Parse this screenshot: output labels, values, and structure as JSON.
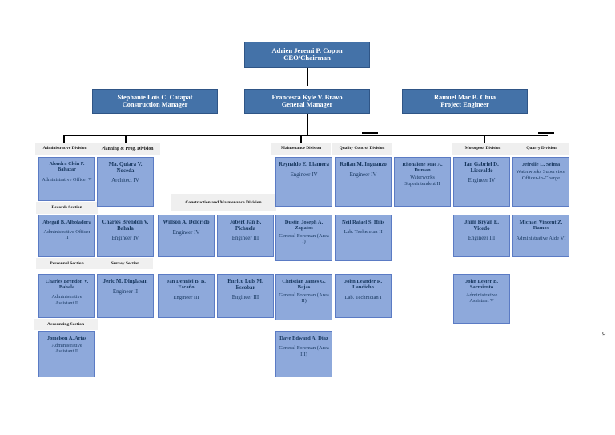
{
  "page": {
    "number": "9"
  },
  "root": {
    "name": "Adrien Jeremi P. Copon",
    "title": "CEO/Chairman"
  },
  "managers": [
    {
      "name": "Stephanie Lois C. Catapat",
      "title": "Construction Manager"
    },
    {
      "name": "Francesca Kyle V. Bravo",
      "title": "General Manager"
    },
    {
      "name": "Ramuel Mar B. Chua",
      "title": "Project Engineer"
    }
  ],
  "division_labels": [
    {
      "label": "Administrative Division"
    },
    {
      "label": "Planning & Prog. Division"
    },
    {
      "label": "Maintenance Division"
    },
    {
      "label": "Quality Control Division"
    },
    {
      "label": "Motorpool Division"
    },
    {
      "label": "Quarry Division"
    },
    {
      "label": "Construction and Maintenance Division"
    }
  ],
  "section_labels": [
    {
      "label": "Records Section"
    },
    {
      "label": "Personnel Section"
    },
    {
      "label": "Accounting Section"
    },
    {
      "label": "Survey Section"
    }
  ],
  "boxes": {
    "administrative": [
      {
        "name": "Alondra Clein P. Baltazar",
        "title": "Administrative Officer V"
      },
      {
        "name": "Abegail B. Alboladora",
        "title": "Administrative Officer II"
      },
      {
        "name": "Charles Brendon V. Bahala",
        "title": "Administrative Assistant II"
      },
      {
        "name": "Jomelson A. Arias",
        "title": "Administrative Assistant II"
      }
    ],
    "planning": [
      {
        "name": "Ma. Quiara V. Noceda",
        "title": "Architect IV"
      },
      {
        "name": "Charles Brendon V. Bahala",
        "title": "Engineer IV"
      },
      {
        "name": "Jeric M. Dinglasan",
        "title": "Engineer II"
      }
    ],
    "construction_col1": [
      {
        "name": "Willson A. Dolorido",
        "title": "Engineer IV"
      },
      {
        "name": "Jan Denniel B. B. Escaño",
        "title": "Engineer III"
      }
    ],
    "construction_col2": [
      {
        "name": "Jobert Jan B. Pichuela",
        "title": "Engineer III"
      },
      {
        "name": "Enrico Luis M. Escobar",
        "title": "Engineer III"
      }
    ],
    "maintenance": [
      {
        "name": "Reynaldo E. Llamera",
        "title": "Engineer IV"
      },
      {
        "name": "Dustin Joseph A. Zapatos",
        "title": "General Foreman (Area I)"
      },
      {
        "name": "Christian James G. Bajas",
        "title": "General Foreman (Area II)"
      },
      {
        "name": "Dave Edward A. Diaz",
        "title": "General Foreman (Area III)"
      }
    ],
    "quality_control": [
      {
        "name": "Roilan M. Inguanzo",
        "title": "Engineer IV"
      },
      {
        "name": "Neil Rafael S. Hilis",
        "title": "Lab. Technician II"
      },
      {
        "name": "John Leander R. Landicho",
        "title": "Lab. Technician I"
      }
    ],
    "waterworks": [
      {
        "name": "Rhonalene Mae A. Duman",
        "title": "Waterworks Superintendent II"
      }
    ],
    "motorpool": [
      {
        "name": "Ian Gabriel D. Liceralde",
        "title": "Engineer IV"
      },
      {
        "name": "Jhim Bryan E. Vicedo",
        "title": "Engineer III"
      },
      {
        "name": "John Lester B. Sarmiento",
        "title": "Administrative Assistant V"
      }
    ],
    "quarry": [
      {
        "name": "Jefrelle L. Selma",
        "title": "Waterworks Supervisor Officer-in-Charge"
      },
      {
        "name": "Michael Vincent Z. Ramos",
        "title": "Administrative Aide VI"
      }
    ]
  },
  "colors": {
    "box_fill": "#8EA9DB",
    "box_border": "#5B7BC4",
    "header_fill": "#4472A8",
    "label_fill": "#EFEFEF",
    "text_dark": "#17375E"
  }
}
